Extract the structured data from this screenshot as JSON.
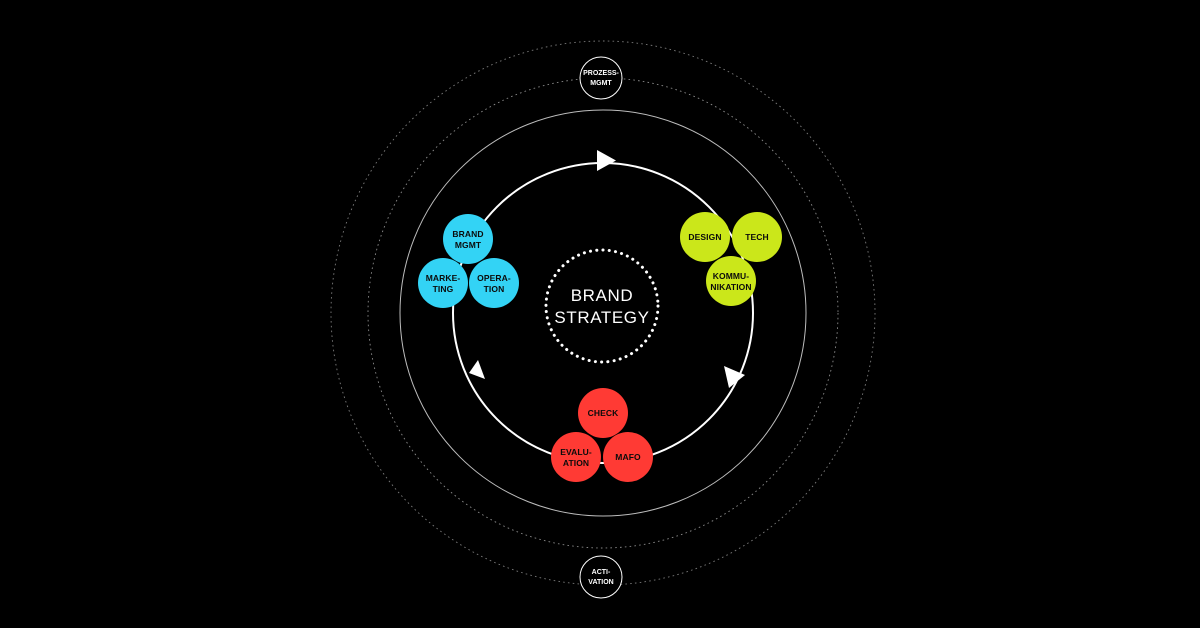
{
  "center": {
    "line1": "BRAND",
    "line2": "STRATEGY"
  },
  "colors": {
    "background": "#000000",
    "blue": "#33d3f5",
    "lime": "#cbe71a",
    "red": "#ff3a34",
    "line": "#ffffff"
  },
  "orbit_nodes": {
    "top": {
      "line1": "PROZESS-",
      "line2": "MGMT"
    },
    "bottom": {
      "line1": "ACTI-",
      "line2": "VATION"
    }
  },
  "clusters": {
    "blue": [
      {
        "line1": "BRAND",
        "line2": "MGMT"
      },
      {
        "line1": "MARKE-",
        "line2": "TING"
      },
      {
        "line1": "OPERA-",
        "line2": "TION"
      }
    ],
    "lime": [
      {
        "line1": "DESIGN",
        "line2": ""
      },
      {
        "line1": "TECH",
        "line2": ""
      },
      {
        "line1": "KOMMU-",
        "line2": "NIKATION"
      }
    ],
    "red": [
      {
        "line1": "CHECK",
        "line2": ""
      },
      {
        "line1": "EVALU-",
        "line2": "ATION"
      },
      {
        "line1": "MAFO",
        "line2": ""
      }
    ]
  }
}
